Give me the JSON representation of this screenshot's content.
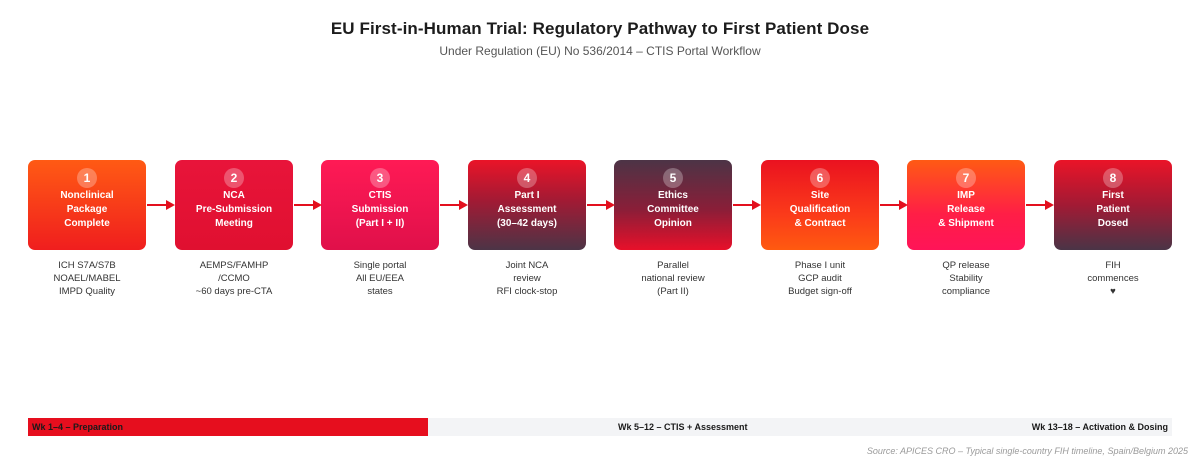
{
  "title": "EU First-in-Human Trial: Regulatory Pathway to First Patient Dose",
  "subtitle": "Under Regulation (EU) No 536/2014 – CTIS Portal Workflow",
  "steps": [
    {
      "number": "1",
      "label": "Nonclinical\nPackage\nComplete",
      "details": "ICH S7A/S7B\nNOAEL/MABEL\nIMPD Quality"
    },
    {
      "number": "2",
      "label": "NCA\nPre-Submission\nMeeting",
      "details": "AEMPS/FAMHP\n/CCMO\n~60 days pre-CTA"
    },
    {
      "number": "3",
      "label": "CTIS\nSubmission\n(Part I + II)",
      "details": "Single portal\nAll EU/EEA\nstates"
    },
    {
      "number": "4",
      "label": "Part I\nAssessment\n(30–42 days)",
      "details": "Joint NCA\nreview\nRFI clock-stop"
    },
    {
      "number": "5",
      "label": "Ethics\nCommittee\nOpinion",
      "details": "Parallel\nnational review\n(Part II)"
    },
    {
      "number": "6",
      "label": "Site\nQualification\n& Contract",
      "details": "Phase I unit\nGCP audit\nBudget sign-off"
    },
    {
      "number": "7",
      "label": "IMP\nRelease\n& Shipment",
      "details": "QP release\nStability\ncompliance"
    },
    {
      "number": "8",
      "label": "First\nPatient\nDosed",
      "details": "FIH\ncommences\n♥"
    }
  ],
  "timeline": {
    "phase1": "Wk 1–4 – Preparation",
    "phase2": "Wk 5–12 – CTIS + Assessment",
    "phase3": "Wk 13–18 – Activation & Dosing"
  },
  "source": "Source: APICES CRO – Typical single-country FIH timeline, Spain/Belgium 2025",
  "colors": {
    "primary_red": "#e60e1e",
    "orange": "#ff5a14",
    "pink": "#ff1458",
    "plum": "#4c3446",
    "arrow": "#e3101e",
    "timeline_bg": "#f3f4f6"
  }
}
